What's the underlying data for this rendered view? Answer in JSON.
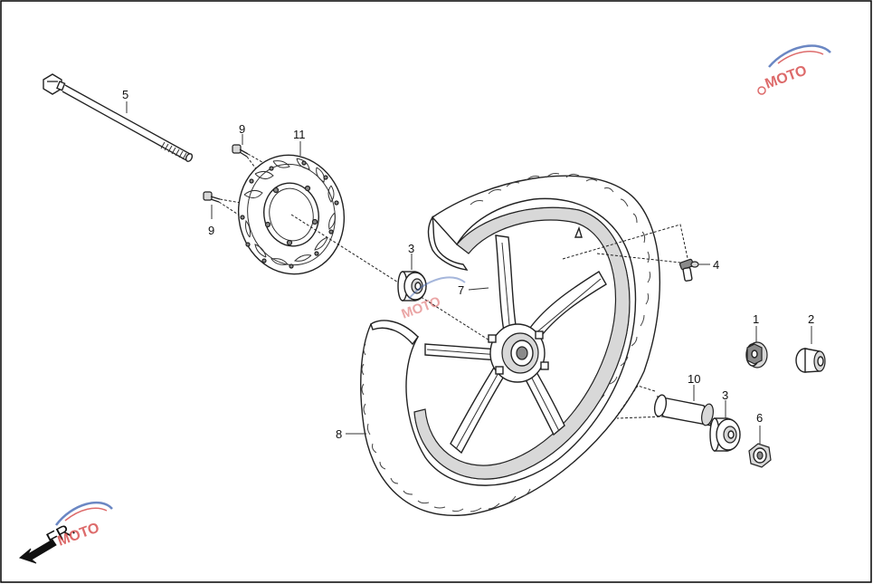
{
  "diagram": {
    "callouts": [
      {
        "id": "label-1",
        "text": "1"
      },
      {
        "id": "label-2",
        "text": "2"
      },
      {
        "id": "label-3a",
        "text": "3"
      },
      {
        "id": "label-3b",
        "text": "3"
      },
      {
        "id": "label-4",
        "text": "4"
      },
      {
        "id": "label-5",
        "text": "5"
      },
      {
        "id": "label-6",
        "text": "6"
      },
      {
        "id": "label-7",
        "text": "7"
      },
      {
        "id": "label-8",
        "text": "8"
      },
      {
        "id": "label-9a",
        "text": "9"
      },
      {
        "id": "label-9b",
        "text": "9"
      },
      {
        "id": "label-10",
        "text": "10"
      },
      {
        "id": "label-11",
        "text": "11"
      }
    ],
    "direction_label": "FR.",
    "watermark": "MOTO",
    "colors": {
      "line": "#222222",
      "watermark_red": "#d23a3a",
      "watermark_blue": "#3a5fb0",
      "background": "#ffffff"
    }
  }
}
